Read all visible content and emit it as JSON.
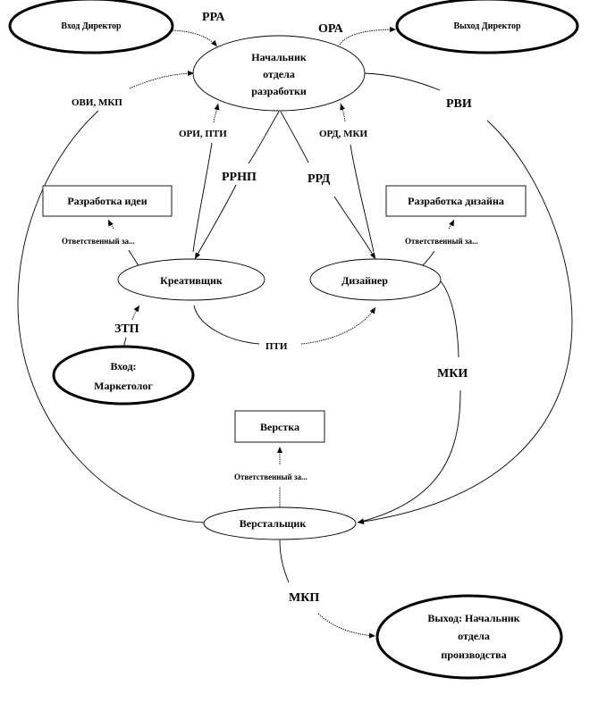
{
  "diagram": {
    "nodes": {
      "input_director": "Вход  Директор",
      "output_director": "Выход  Директор",
      "head_dev": [
        "Начальник",
        "отдела",
        "разработки"
      ],
      "creative": "Креативщик",
      "designer": "Дизайнер",
      "input_marketer": [
        "Вход:",
        "Маркетолог"
      ],
      "typesetter": "Верстальщик",
      "output_head_prod": [
        "Выход: Начальник",
        "отдела",
        "производства"
      ]
    },
    "tasks": {
      "idea_dev": "Разработка  идеи",
      "design_dev": "Разработка дизайна",
      "layout": "Верстка"
    },
    "edge_labels": {
      "rra": "РРА",
      "ora": "ОРА",
      "ovi_mkp": "ОВИ,  МКП",
      "rvi": "РВИ",
      "ori_pti": "ОРИ, ПТИ",
      "ord_mki": "ОРД, МКИ",
      "rrnp": "РРНП",
      "rrd": "РРД",
      "resp_creative": "Ответственный  за...",
      "resp_designer": "Ответственный  за...",
      "resp_typesetter": "Ответственный  за...",
      "ztp": "ЗТП",
      "pti": "ПТИ",
      "mki": "МКИ",
      "mkp": "МКП"
    }
  }
}
